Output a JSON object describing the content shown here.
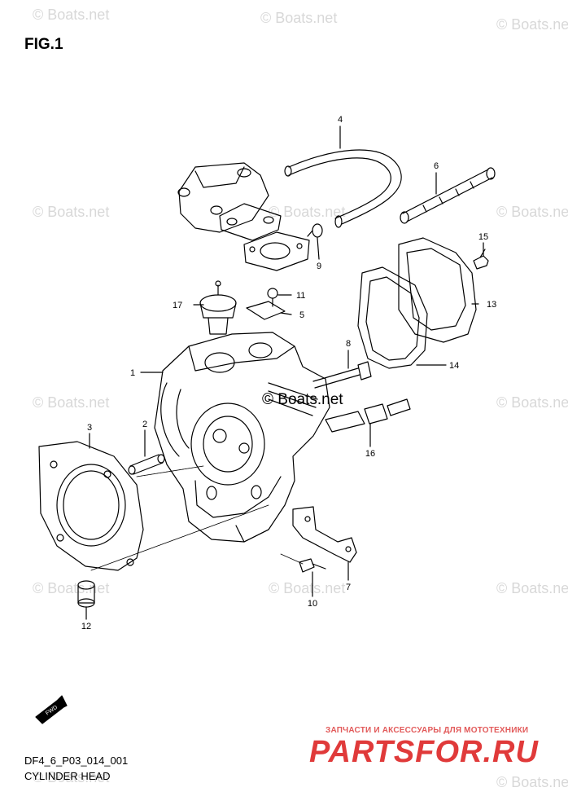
{
  "figure": {
    "title": "FIG.1",
    "code": "DF4_6_P03_014_001",
    "caption": "CYLINDER HEAD"
  },
  "watermark": {
    "text": "© Boats.net"
  },
  "brand": {
    "tagline": "ЗАПЧАСТИ И АКСЕССУАРЫ ДЛЯ МОТОТЕХНИКИ",
    "name": "PARTSFOR.RU",
    "color": "#e03a3a"
  },
  "fwd_label": "FWD",
  "callouts": [
    "1",
    "2",
    "3",
    "4",
    "5",
    "6",
    "7",
    "8",
    "9",
    "10",
    "11",
    "12",
    "13",
    "14",
    "15",
    "16",
    "17"
  ]
}
